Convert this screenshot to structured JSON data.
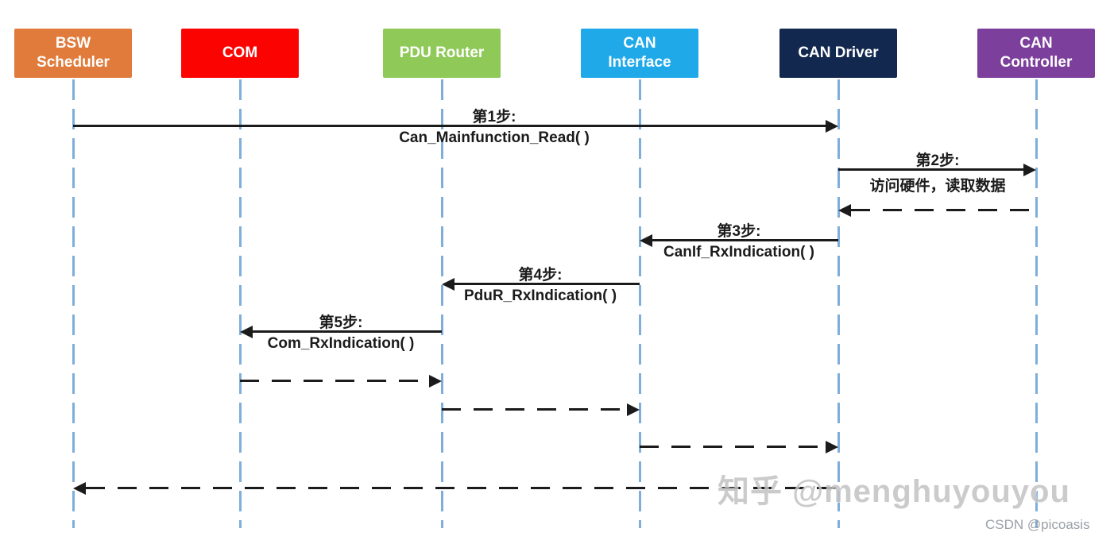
{
  "actors": [
    {
      "label": "BSW Scheduler",
      "color": "#E07B3C"
    },
    {
      "label": "COM",
      "color": "#FB0301"
    },
    {
      "label": "PDU Router",
      "color": "#8FC958"
    },
    {
      "label": "CAN Interface",
      "color": "#1FA9E9"
    },
    {
      "label": "CAN Driver",
      "color": "#13284E"
    },
    {
      "label": "CAN Controller",
      "color": "#7C3F9B"
    }
  ],
  "flows": [
    {
      "step": "第1步:",
      "label": "Can_Mainfunction_Read( )",
      "from": "BSW Scheduler",
      "to": "CAN Driver",
      "line": "solid"
    },
    {
      "step": "第2步:",
      "label": "访问硬件，读取数据",
      "from": "CAN Driver",
      "to": "CAN Controller",
      "line": "solid"
    },
    {
      "step": "",
      "label": "",
      "from": "CAN Controller",
      "to": "CAN Driver",
      "line": "dashed"
    },
    {
      "step": "第3步:",
      "label": "CanIf_RxIndication( )",
      "from": "CAN Driver",
      "to": "CAN Interface",
      "line": "solid"
    },
    {
      "step": "第4步:",
      "label": "PduR_RxIndication( )",
      "from": "CAN Interface",
      "to": "PDU Router",
      "line": "solid"
    },
    {
      "step": "第5步:",
      "label": "Com_RxIndication( )",
      "from": "PDU Router",
      "to": "COM",
      "line": "solid"
    },
    {
      "step": "",
      "label": "",
      "from": "COM",
      "to": "PDU Router",
      "line": "dashed"
    },
    {
      "step": "",
      "label": "",
      "from": "PDU Router",
      "to": "CAN Interface",
      "line": "dashed"
    },
    {
      "step": "",
      "label": "",
      "from": "CAN Interface",
      "to": "CAN Driver",
      "line": "dashed"
    },
    {
      "step": "",
      "label": "",
      "from": "CAN Driver",
      "to": "BSW Scheduler",
      "line": "dashed"
    }
  ],
  "watermarks": {
    "zhihu": "知乎 @menghuyouyou",
    "csdn": "CSDN @picoasis"
  },
  "colors": {
    "lifeline": "#7EAEDB",
    "arrow": "#1b1b1b"
  }
}
